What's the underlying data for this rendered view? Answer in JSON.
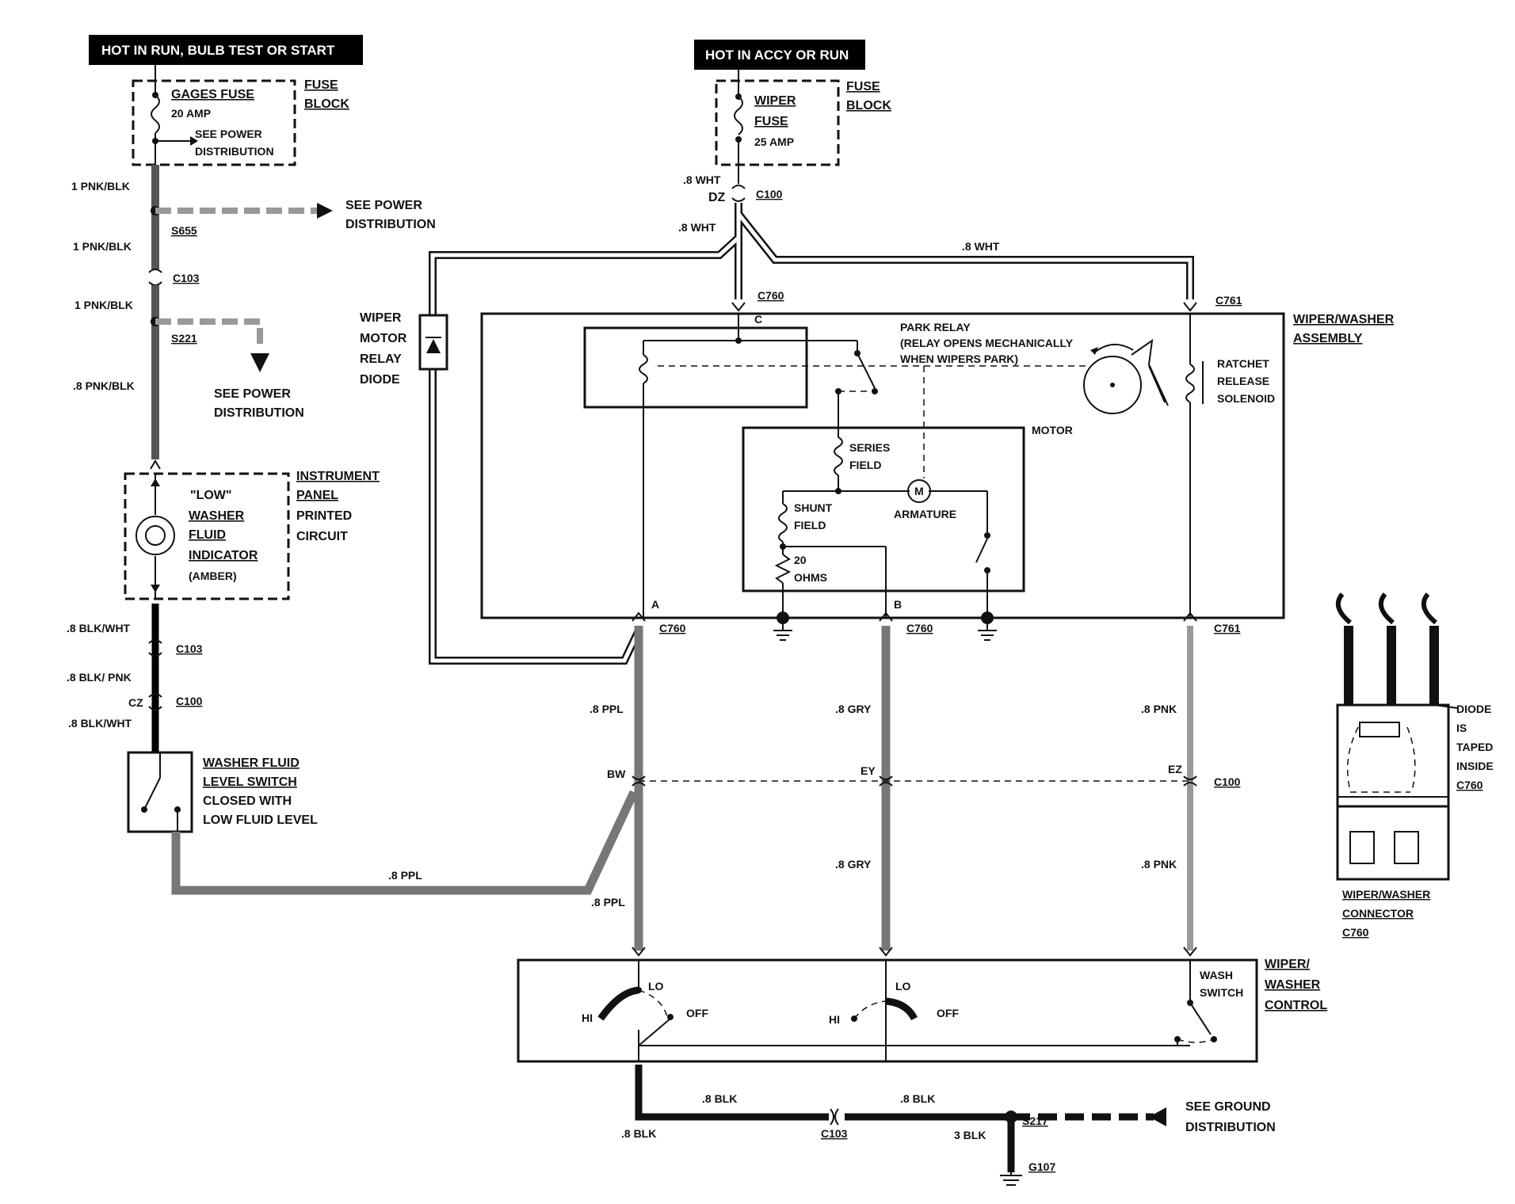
{
  "headers": {
    "left": "HOT IN RUN,  BULB TEST OR START",
    "right": "HOT IN ACCY OR RUN"
  },
  "fuses": {
    "gages_title": "GAGES FUSE",
    "gages_amp": "20 AMP",
    "gages_see": "SEE POWER",
    "gages_see2": "DISTRIBUTION",
    "fuse_block_a": "FUSE",
    "fuse_block_b": "BLOCK",
    "wiper_a": "WIPER",
    "wiper_b": "FUSE",
    "wiper_amp": "25 AMP"
  },
  "left_circuit": {
    "w1": "1 PNK/BLK",
    "w2": "1 PNK/BLK",
    "w3": "1 PNK/BLK",
    "w4": ".8 PNK/BLK",
    "s655": "S655",
    "s221": "S221",
    "c103a": "C103",
    "see_power_1a": "SEE POWER",
    "see_power_1b": "DISTRIBUTION",
    "see_power_2a": "SEE POWER",
    "see_power_2b": "DISTRIBUTION",
    "ind_low": "\"LOW\"",
    "ind_washer": "WASHER",
    "ind_fluid": "FLUID",
    "ind_indicator": "INDICATOR",
    "ind_amber": "(AMBER)",
    "ip_1": "INSTRUMENT",
    "ip_2": "PANEL",
    "ip_3": "PRINTED",
    "ip_4": "CIRCUIT",
    "w5": ".8 BLK/WHT",
    "c103b": "C103",
    "w6": ".8 BLK/ PNK",
    "cz": "CZ",
    "c100": "C100",
    "w7": ".8 BLK/WHT",
    "sw_1": "WASHER FLUID",
    "sw_2": "LEVEL SWITCH",
    "sw_3": "CLOSED WITH",
    "sw_4": "LOW FLUID LEVEL",
    "ppl": ".8 PPL"
  },
  "top_circuit": {
    "wht1": ".8 WHT",
    "dz": "DZ",
    "c100": "C100",
    "wht2": ".8 WHT",
    "wht3": ".8 WHT",
    "c760": "C760",
    "c761": "C761",
    "diode_1": "WIPER",
    "diode_2": "MOTOR",
    "diode_3": "RELAY",
    "diode_4": "DIODE"
  },
  "assembly": {
    "title_1": "WIPER/WASHER",
    "title_2": "ASSEMBLY",
    "park_1": "PARK RELAY",
    "park_2": "(RELAY OPENS MECHANICALLY",
    "park_3": "WHEN WIPERS PARK)",
    "ratchet_1": "RATCHET",
    "ratchet_2": "RELEASE",
    "ratchet_3": "SOLENOID",
    "motor": "MOTOR",
    "series_1": "SERIES",
    "series_2": "FIELD",
    "shunt_1": "SHUNT",
    "shunt_2": "FIELD",
    "armature": "ARMATURE",
    "m": "M",
    "ohms_1": "20",
    "ohms_2": "OHMS",
    "term_a": "A",
    "term_b": "B",
    "term_c": "C"
  },
  "mid_wires": {
    "c760a": "C760",
    "c760b": "C760",
    "c761": "C761",
    "ppl1": ".8 PPL",
    "gry1": ".8 GRY",
    "pnk1": ".8 PNK",
    "bw": "BW",
    "ey": "EY",
    "ez": "EZ",
    "c100": "C100",
    "gry2": ".8 GRY",
    "pnk2": ".8 PNK",
    "ppl2": ".8 PPL"
  },
  "control": {
    "title_1": "WIPER/",
    "title_2": "WASHER",
    "title_3": "CONTROL",
    "hi": "HI",
    "lo": "LO",
    "off": "OFF",
    "wash_1": "WASH",
    "wash_2": "SWITCH"
  },
  "ground": {
    "blk1": ".8 BLK",
    "blk2": ".8 BLK",
    "blk3": ".8 BLK",
    "c103": "C103",
    "s217": "S217",
    "blk4": "3 BLK",
    "g107": "G107",
    "see_1": "SEE GROUND",
    "see_2": "DISTRIBUTION"
  },
  "inset": {
    "diode_1": "DIODE",
    "diode_2": "IS",
    "diode_3": "TAPED",
    "diode_4": "INSIDE",
    "diode_5": "C760",
    "conn_1": "WIPER/WASHER",
    "conn_2": "CONNECTOR",
    "conn_3": "C760"
  }
}
